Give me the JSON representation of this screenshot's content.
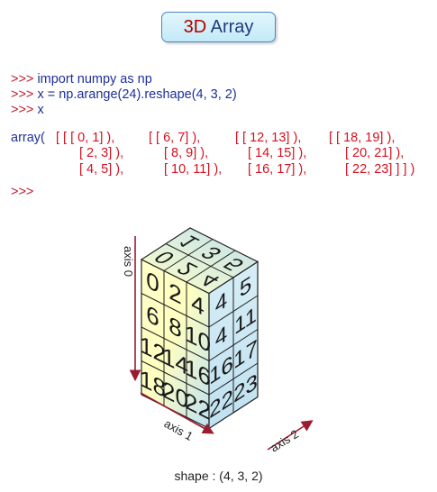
{
  "title": {
    "prefix": "3D",
    "suffix": " Array"
  },
  "session": {
    "prompt": ">>>",
    "lines": [
      {
        "code": "import numpy as np"
      },
      {
        "code": "x =  np.arange(24).reshape(4, 3, 2)"
      },
      {
        "code": "x"
      }
    ],
    "array_prefix": "array(",
    "rows": [
      [
        "[ [ [ 0, 1] ),",
        "[ [ 6, 7] ),",
        "[ [ 12, 13] ),",
        "[ [ 18, 19] ),"
      ],
      [
        "[ 2, 3] ),",
        "[ 8, 9] ),",
        "[ 14, 15] ),",
        "[ 20, 21] ),"
      ],
      [
        "[ 4, 5] ),",
        "[ 10, 11] ),",
        "[ 16, 17] ),",
        "[ 22, 23] ] ] )"
      ]
    ]
  },
  "diagram": {
    "front_face": [
      [
        0,
        2,
        4
      ],
      [
        6,
        8,
        10
      ],
      [
        12,
        14,
        16
      ],
      [
        18,
        20,
        22
      ]
    ],
    "top_face": [
      "0",
      "1",
      "2",
      "3",
      "4",
      "5"
    ],
    "side_face": [
      [
        4,
        5
      ],
      [
        4,
        11
      ],
      [
        16,
        17
      ],
      [
        22,
        23
      ]
    ],
    "axis0": "axis 0",
    "axis1": "axis 1",
    "axis2": "axis 2",
    "colors": {
      "fill": "#ffffc4",
      "grid": "#222222",
      "axis": "#9b1b30",
      "blue": "#bfe1f1"
    }
  },
  "shape_label": "shape : (4, 3, 2)"
}
